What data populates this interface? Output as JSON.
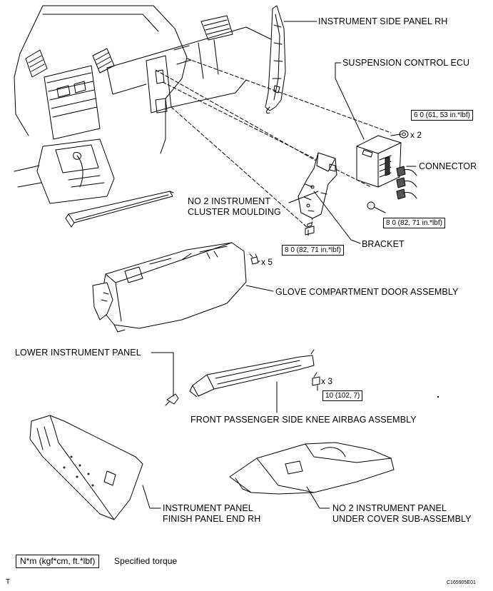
{
  "labels": {
    "instrument_side_panel_rh": "INSTRUMENT SIDE PANEL RH",
    "suspension_control_ecu": "SUSPENSION CONTROL ECU",
    "connector": "CONNECTOR",
    "no2_cluster_moulding_line1": "NO  2 INSTRUMENT",
    "no2_cluster_moulding_line2": "CLUSTER MOULDING",
    "bracket": "BRACKET",
    "glove_compartment": "GLOVE COMPARTMENT DOOR ASSEMBLY",
    "lower_instrument_panel": "LOWER INSTRUMENT PANEL",
    "knee_airbag": "FRONT PASSENGER SIDE KNEE AIRBAG ASSEMBLY",
    "finish_panel_line1": "INSTRUMENT PANEL",
    "finish_panel_line2": "FINISH PANEL END RH",
    "under_cover_line1": "NO  2 INSTRUMENT PANEL",
    "under_cover_line2": "UNDER COVER SUB-ASSEMBLY"
  },
  "torques": {
    "ecu_nut": "6 0 (61, 53 in.*lbf)",
    "ecu_bolt": "8 0 (82, 71 in.*lbf)",
    "bracket_bolt": "8 0 (82, 71 in.*lbf)",
    "airbag_bolt": "10 (102, 7)"
  },
  "quantities": {
    "ecu_nut": "x 2",
    "glove_screw": "x 5",
    "airbag_bolt": "x 3"
  },
  "legend": {
    "box": "N*m (kgf*cm, ft.*lbf)",
    "text": "Specified torque"
  },
  "footer": {
    "corner_mark": "T",
    "figure_code": "C165905E01"
  }
}
